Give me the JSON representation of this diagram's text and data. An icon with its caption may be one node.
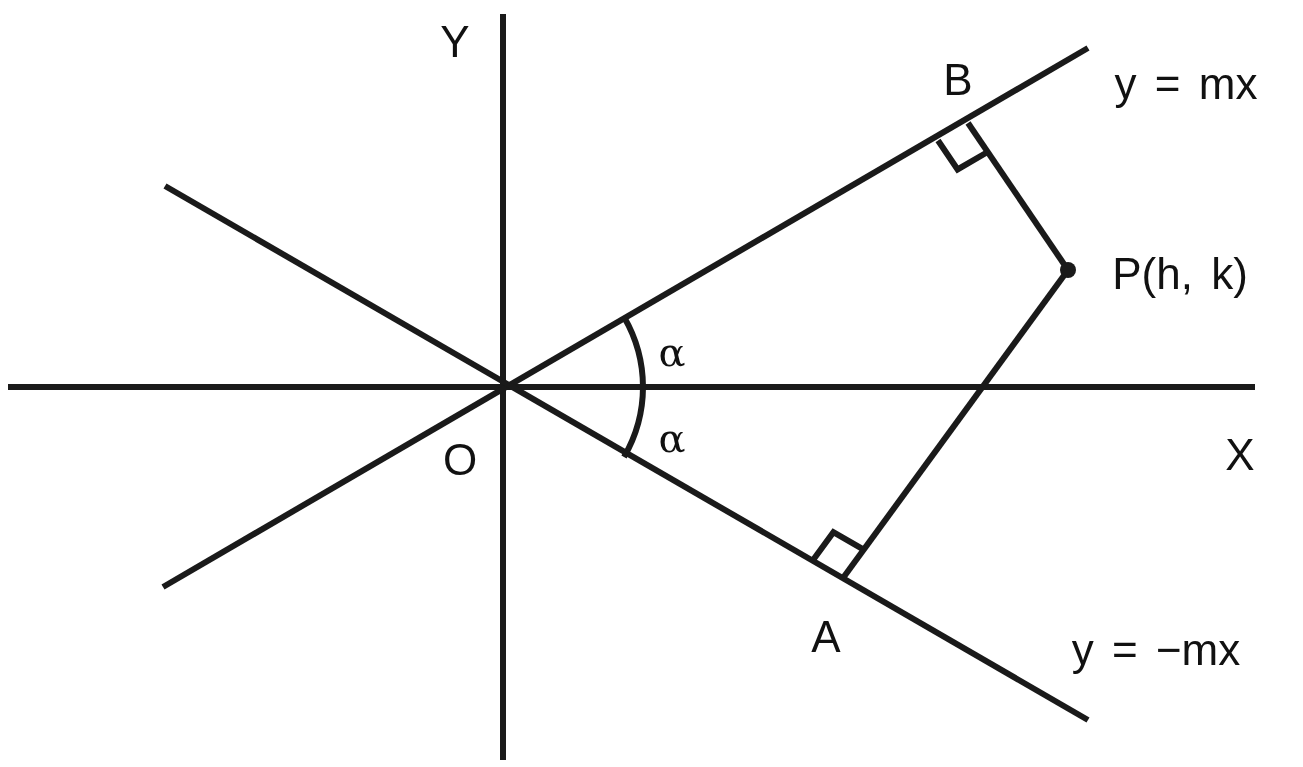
{
  "diagram": {
    "labels": [
      "Y",
      "B",
      "y = mx",
      "P(h, k)",
      "α",
      "α",
      "O",
      "X",
      "A",
      "y = −mx"
    ]
  }
}
